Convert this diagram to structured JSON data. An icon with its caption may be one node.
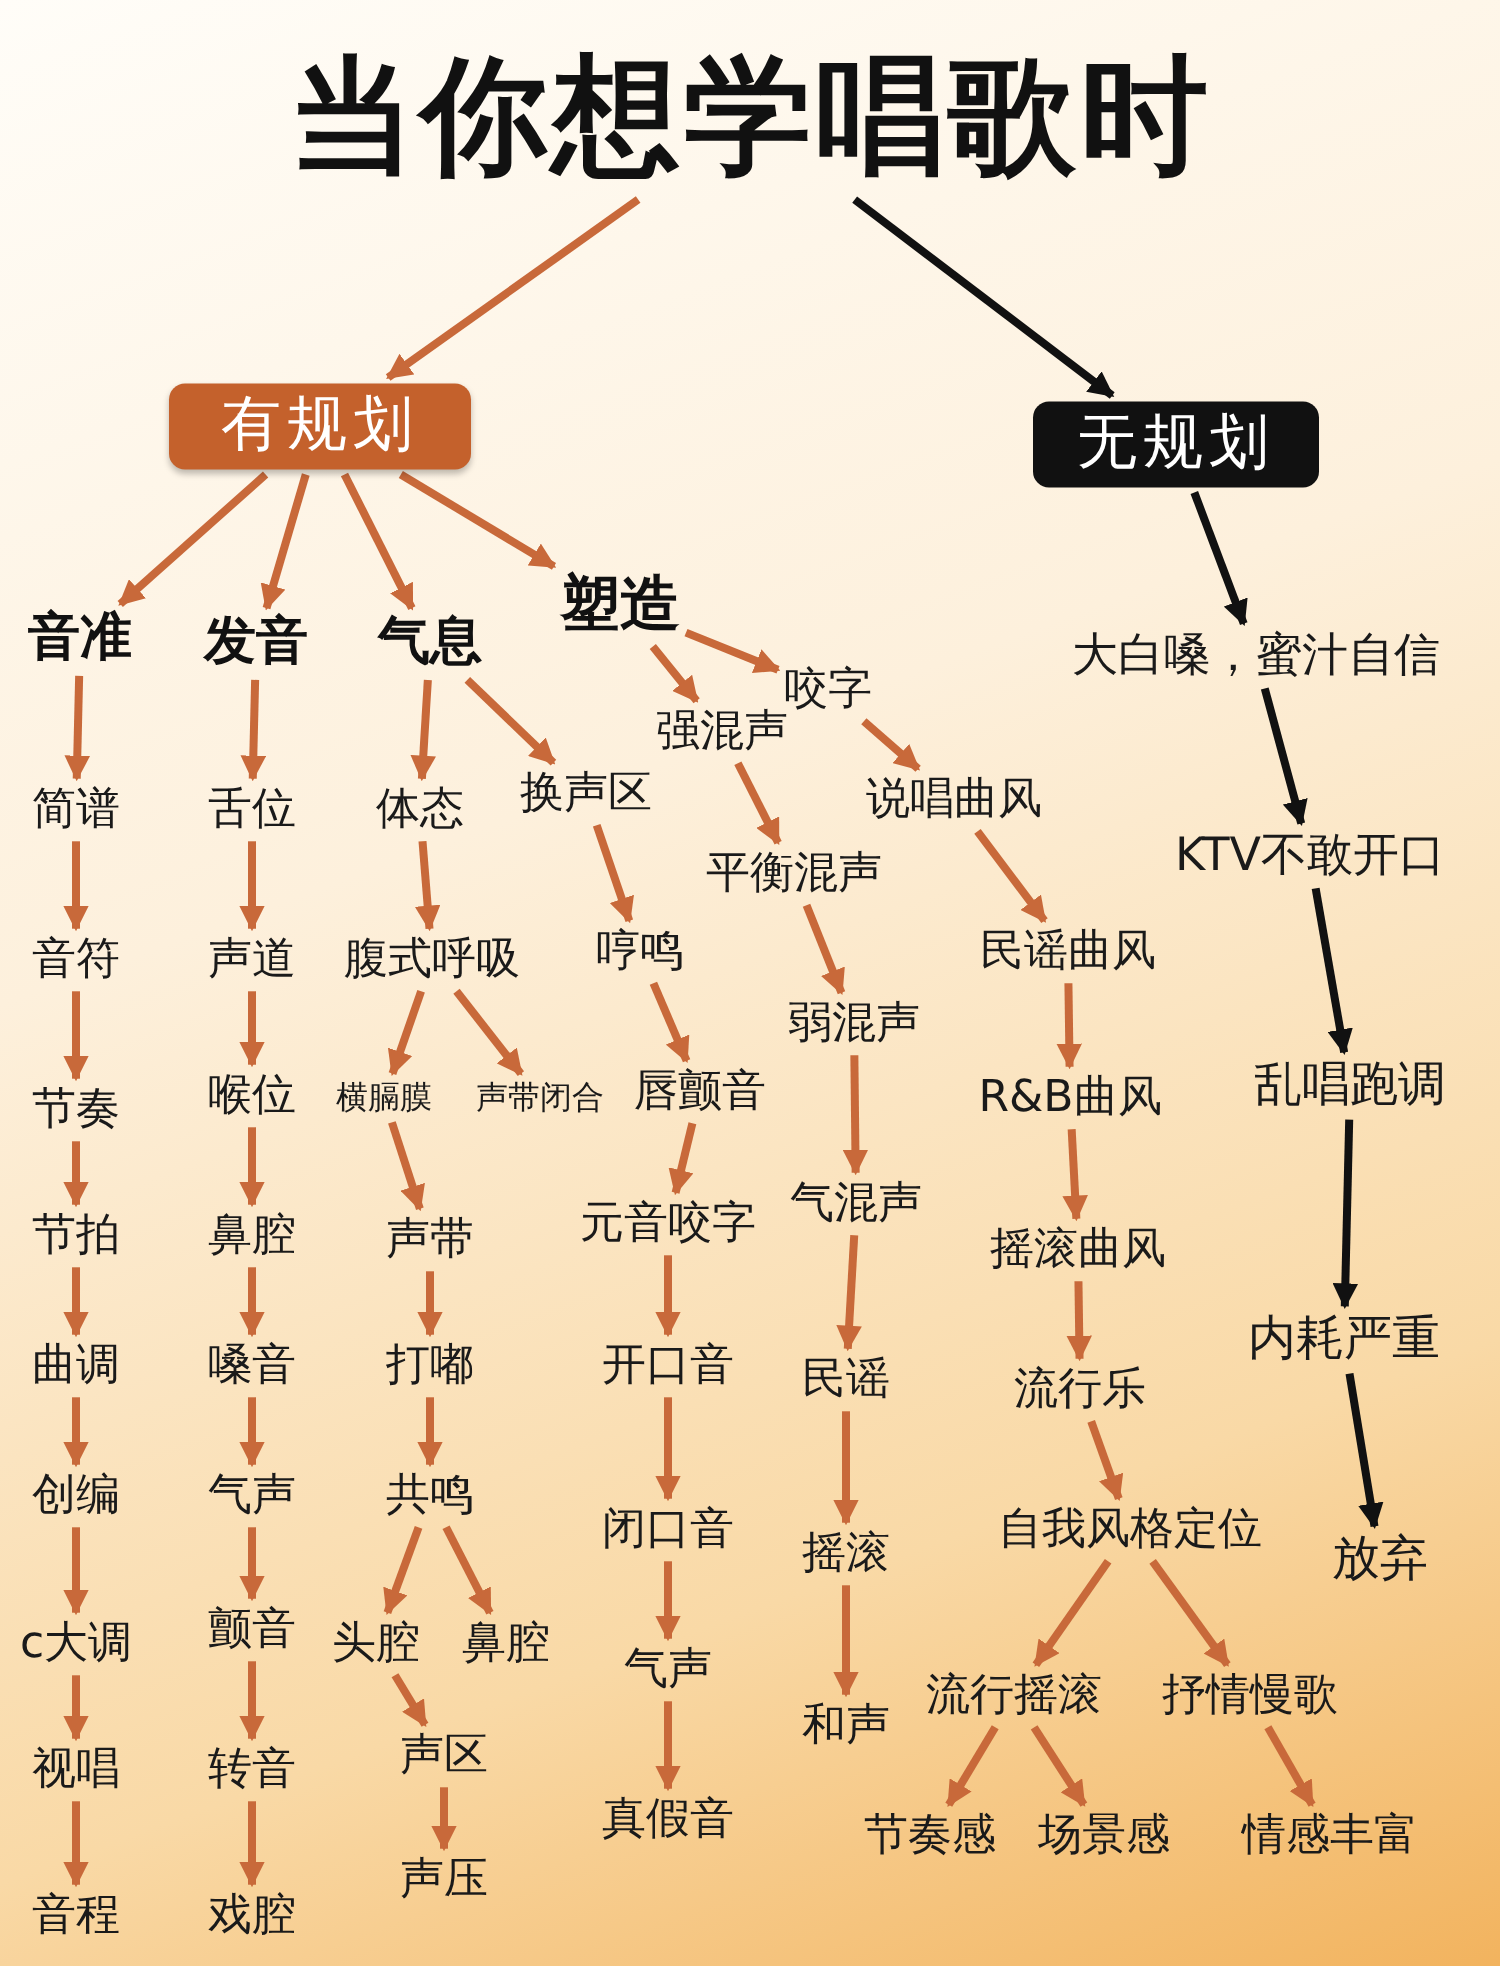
{
  "diagram": {
    "nodes": [
      {
        "text": [
          "当你想**学唱歌**时"
        ]
      },
      {
        "text": [
          "有规划"
        ]
      },
      {
        "text": [
          "无规划"
        ]
      },
      {
        "text": [
          "音准"
        ]
      },
      {
        "text": [
          "发音"
        ]
      },
      {
        "text": [
          "气息"
        ]
      },
      {
        "text": [
          "塑造"
        ]
      },
      {
        "text": [
          "简谱"
        ]
      },
      {
        "text": [
          "音符"
        ]
      },
      {
        "text": [
          "节奏"
        ]
      },
      {
        "text": [
          "节拍"
        ]
      },
      {
        "text": [
          "曲调"
        ]
      },
      {
        "text": [
          "创编"
        ]
      },
      {
        "text": [
          "c大调"
        ]
      },
      {
        "text": [
          "视唱"
        ]
      },
      {
        "text": [
          "音程"
        ]
      },
      {
        "text": [
          "舌位"
        ]
      },
      {
        "text": [
          "声道"
        ]
      },
      {
        "text": [
          "喉位"
        ]
      },
      {
        "text": [
          "鼻腔"
        ]
      },
      {
        "text": [
          "嗓音"
        ]
      },
      {
        "text": [
          "气声"
        ]
      },
      {
        "text": [
          "颤音"
        ]
      },
      {
        "text": [
          "转音"
        ]
      },
      {
        "text": [
          "戏腔"
        ]
      },
      {
        "text": [
          "体态"
        ]
      },
      {
        "text": [
          "腹式呼吸"
        ]
      },
      {
        "text": [
          "横膈膜"
        ]
      },
      {
        "text": [
          "声带闭合"
        ]
      },
      {
        "text": [
          "声带"
        ]
      },
      {
        "text": [
          "打嘟"
        ]
      },
      {
        "text": [
          "共鸣"
        ]
      },
      {
        "text": [
          "头腔"
        ]
      },
      {
        "text": [
          "鼻腔"
        ]
      },
      {
        "text": [
          "声区"
        ]
      },
      {
        "text": [
          "声压"
        ]
      },
      {
        "text": [
          "换声区"
        ]
      },
      {
        "text": [
          "哼鸣"
        ]
      },
      {
        "text": [
          "唇颤音"
        ]
      },
      {
        "text": [
          "元音咬字"
        ]
      },
      {
        "text": [
          "开口音"
        ]
      },
      {
        "text": [
          "闭口音"
        ]
      },
      {
        "text": [
          "气声"
        ]
      },
      {
        "text": [
          "真假音"
        ]
      },
      {
        "text": [
          "强混声"
        ]
      },
      {
        "text": [
          "平衡混声"
        ]
      },
      {
        "text": [
          "弱混声"
        ]
      },
      {
        "text": [
          "气混声"
        ]
      },
      {
        "text": [
          "民谣"
        ]
      },
      {
        "text": [
          "摇滚"
        ]
      },
      {
        "text": [
          "和声"
        ]
      },
      {
        "text": [
          "咬字"
        ]
      },
      {
        "text": [
          "说唱曲风"
        ]
      },
      {
        "text": [
          "民谣曲风"
        ]
      },
      {
        "text": [
          "R&B曲风"
        ]
      },
      {
        "text": [
          "摇滚曲风"
        ]
      },
      {
        "text": [
          "流行乐"
        ]
      },
      {
        "text": [
          "自我风格定位"
        ]
      },
      {
        "text": [
          "流行摇滚"
        ]
      },
      {
        "text": [
          "抒情慢歌"
        ]
      },
      {
        "text": [
          "节奏感"
        ]
      },
      {
        "text": [
          "场景感"
        ]
      },
      {
        "text": [
          "情感丰富"
        ]
      },
      {
        "text": [
          "大白嗓，蜜汁自信"
        ]
      },
      {
        "text": [
          "KTV不敢开口"
        ]
      },
      {
        "text": [
          "乱唱跑调"
        ]
      },
      {
        "text": [
          "内耗严重"
        ]
      },
      {
        "text": [
          "放弃"
        ]
      }
    ],
    "edges": [
      {
        "from": 0,
        "to": 1,
        "arrow": "to"
      },
      {
        "from": 0,
        "to": 2,
        "arrow": "to",
        "color": "#111111"
      },
      {
        "from": 1,
        "to": 3,
        "arrow": "to"
      },
      {
        "from": 1,
        "to": 4,
        "arrow": "to"
      },
      {
        "from": 1,
        "to": 5,
        "arrow": "to"
      },
      {
        "from": 1,
        "to": 6,
        "arrow": "to"
      },
      {
        "from": 3,
        "to": 7,
        "arrow": "to"
      },
      {
        "from": 7,
        "to": 8,
        "arrow": "to"
      },
      {
        "from": 8,
        "to": 9,
        "arrow": "to"
      },
      {
        "from": 9,
        "to": 10,
        "arrow": "to"
      },
      {
        "from": 10,
        "to": 11,
        "arrow": "to"
      },
      {
        "from": 11,
        "to": 12,
        "arrow": "to"
      },
      {
        "from": 12,
        "to": 13,
        "arrow": "to"
      },
      {
        "from": 13,
        "to": 14,
        "arrow": "to"
      },
      {
        "from": 14,
        "to": 15,
        "arrow": "to"
      },
      {
        "from": 4,
        "to": 16,
        "arrow": "to"
      },
      {
        "from": 16,
        "to": 17,
        "arrow": "to"
      },
      {
        "from": 17,
        "to": 18,
        "arrow": "to"
      },
      {
        "from": 18,
        "to": 19,
        "arrow": "to"
      },
      {
        "from": 19,
        "to": 20,
        "arrow": "to"
      },
      {
        "from": 20,
        "to": 21,
        "arrow": "to"
      },
      {
        "from": 21,
        "to": 22,
        "arrow": "to"
      },
      {
        "from": 22,
        "to": 23,
        "arrow": "to"
      },
      {
        "from": 23,
        "to": 24,
        "arrow": "to"
      },
      {
        "from": 5,
        "to": 25,
        "arrow": "to"
      },
      {
        "from": 25,
        "to": 26,
        "arrow": "to"
      },
      {
        "from": 26,
        "to": 27,
        "arrow": "to"
      },
      {
        "from": 26,
        "to": 28,
        "arrow": "to"
      },
      {
        "from": 27,
        "to": 29,
        "arrow": "to"
      },
      {
        "from": 29,
        "to": 30,
        "arrow": "to"
      },
      {
        "from": 30,
        "to": 31,
        "arrow": "to"
      },
      {
        "from": 31,
        "to": 32,
        "arrow": "to"
      },
      {
        "from": 31,
        "to": 33,
        "arrow": "to"
      },
      {
        "from": 32,
        "to": 34,
        "arrow": "to"
      },
      {
        "from": 34,
        "to": 35,
        "arrow": "to"
      },
      {
        "from": 5,
        "to": 36,
        "arrow": "to"
      },
      {
        "from": 36,
        "to": 37,
        "arrow": "to"
      },
      {
        "from": 37,
        "to": 38,
        "arrow": "to"
      },
      {
        "from": 38,
        "to": 39,
        "arrow": "to"
      },
      {
        "from": 39,
        "to": 40,
        "arrow": "to"
      },
      {
        "from": 40,
        "to": 41,
        "arrow": "to"
      },
      {
        "from": 41,
        "to": 42,
        "arrow": "to"
      },
      {
        "from": 42,
        "to": 43,
        "arrow": "to"
      },
      {
        "from": 6,
        "to": 44,
        "arrow": "to"
      },
      {
        "from": 44,
        "to": 45,
        "arrow": "to"
      },
      {
        "from": 45,
        "to": 46,
        "arrow": "to"
      },
      {
        "from": 46,
        "to": 47,
        "arrow": "to"
      },
      {
        "from": 47,
        "to": 48,
        "arrow": "to"
      },
      {
        "from": 48,
        "to": 49,
        "arrow": "to"
      },
      {
        "from": 49,
        "to": 50,
        "arrow": "to"
      },
      {
        "from": 6,
        "to": 51,
        "arrow": "to"
      },
      {
        "from": 51,
        "to": 52,
        "arrow": "to"
      },
      {
        "from": 52,
        "to": 53,
        "arrow": "to"
      },
      {
        "from": 53,
        "to": 54,
        "arrow": "to"
      },
      {
        "from": 54,
        "to": 55,
        "arrow": "to"
      },
      {
        "from": 55,
        "to": 56,
        "arrow": "to"
      },
      {
        "from": 56,
        "to": 57,
        "arrow": "to"
      },
      {
        "from": 57,
        "to": 58,
        "arrow": "to"
      },
      {
        "from": 57,
        "to": 59,
        "arrow": "to"
      },
      {
        "from": 58,
        "to": 60,
        "arrow": "to"
      },
      {
        "from": 58,
        "to": 61,
        "arrow": "to"
      },
      {
        "from": 59,
        "to": 62,
        "arrow": "to"
      },
      {
        "from": 2,
        "to": 63,
        "arrow": "to",
        "color": "#111111"
      },
      {
        "from": 63,
        "to": 64,
        "arrow": "to",
        "color": "#111111"
      },
      {
        "from": 64,
        "to": 65,
        "arrow": "to",
        "color": "#111111"
      },
      {
        "from": 65,
        "to": 66,
        "arrow": "to",
        "color": "#111111"
      },
      {
        "from": 66,
        "to": 67,
        "arrow": "to",
        "color": "#111111"
      }
    ]
  }
}
